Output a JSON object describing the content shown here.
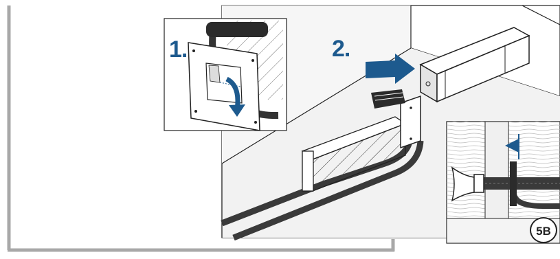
{
  "steps": {
    "step1_label": "1.",
    "step2_label": "2."
  },
  "detail_badge": "5B",
  "colors": {
    "accent_blue": "#1d5a8e",
    "frame_gray": "#a8a8a8",
    "line_dark": "#222222",
    "hose_gray": "#3a3a3a"
  }
}
